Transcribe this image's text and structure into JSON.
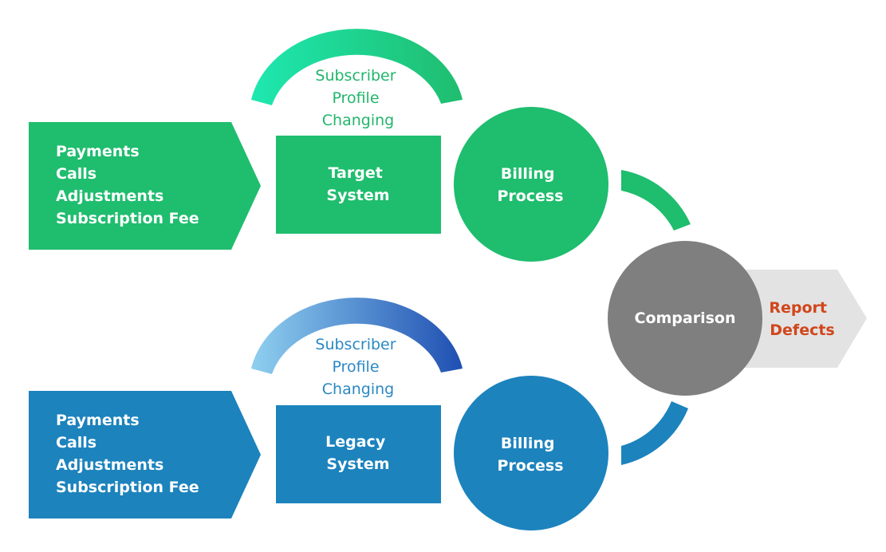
{
  "colors": {
    "green": "#1fbd6e",
    "green_light": "#1ee8b0",
    "green_text": "#22b56c",
    "blue": "#1c83bd",
    "blue_light": "#8fd0f0",
    "blue_dark": "#1f4fb2",
    "blue_text": "#2a89c3",
    "gray": "#7f7f7f",
    "gray_light": "#e3e3e3",
    "report_text": "#d0461b"
  },
  "top_flow": {
    "inputs": [
      "Payments",
      "Calls",
      "Adjustments",
      "Subscription Fee"
    ],
    "arc_label": [
      "Subscriber",
      "Profile",
      "Changing"
    ],
    "system": [
      "Target",
      "System"
    ],
    "process": [
      "Billing",
      "Process"
    ]
  },
  "bottom_flow": {
    "inputs": [
      "Payments",
      "Calls",
      "Adjustments",
      "Subscription Fee"
    ],
    "arc_label": [
      "Subscriber",
      "Profile",
      "Changing"
    ],
    "system": [
      "Legacy",
      "System"
    ],
    "process": [
      "Billing",
      "Process"
    ]
  },
  "comparison": {
    "label": "Comparison"
  },
  "report": {
    "lines": [
      "Report",
      "Defects"
    ]
  }
}
